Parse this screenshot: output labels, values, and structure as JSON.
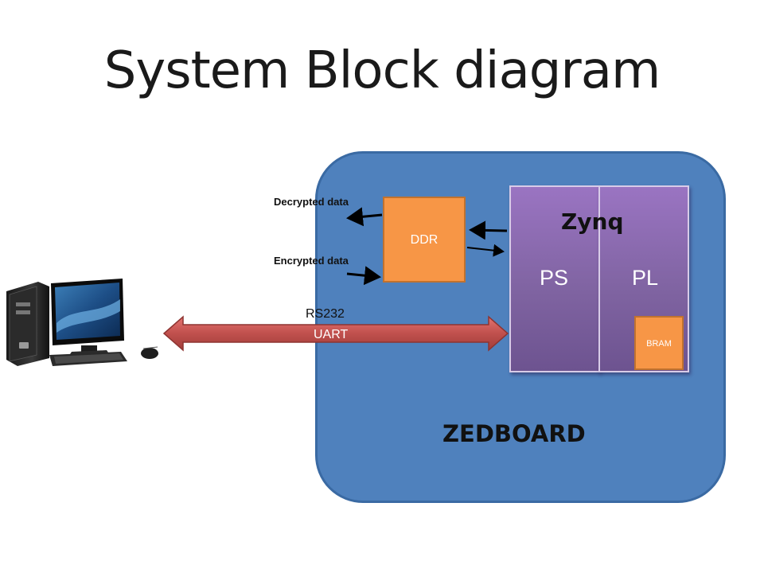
{
  "title": "System Block diagram",
  "board": {
    "label": "ZEDBOARD"
  },
  "ddr": {
    "label": "DDR"
  },
  "zynq": {
    "label": "Zynq",
    "ps_label": "PS",
    "pl_label": "PL"
  },
  "bram": {
    "label": "BRAM"
  },
  "data_labels": {
    "decrypted": "Decrypted data",
    "encrypted": "Encrypted data"
  },
  "link": {
    "protocol": "RS232",
    "interface": "UART"
  },
  "colors": {
    "board": "#4f81bd",
    "ddr": "#f79646",
    "zynq": "#8064a2",
    "link": "#c0504d"
  }
}
